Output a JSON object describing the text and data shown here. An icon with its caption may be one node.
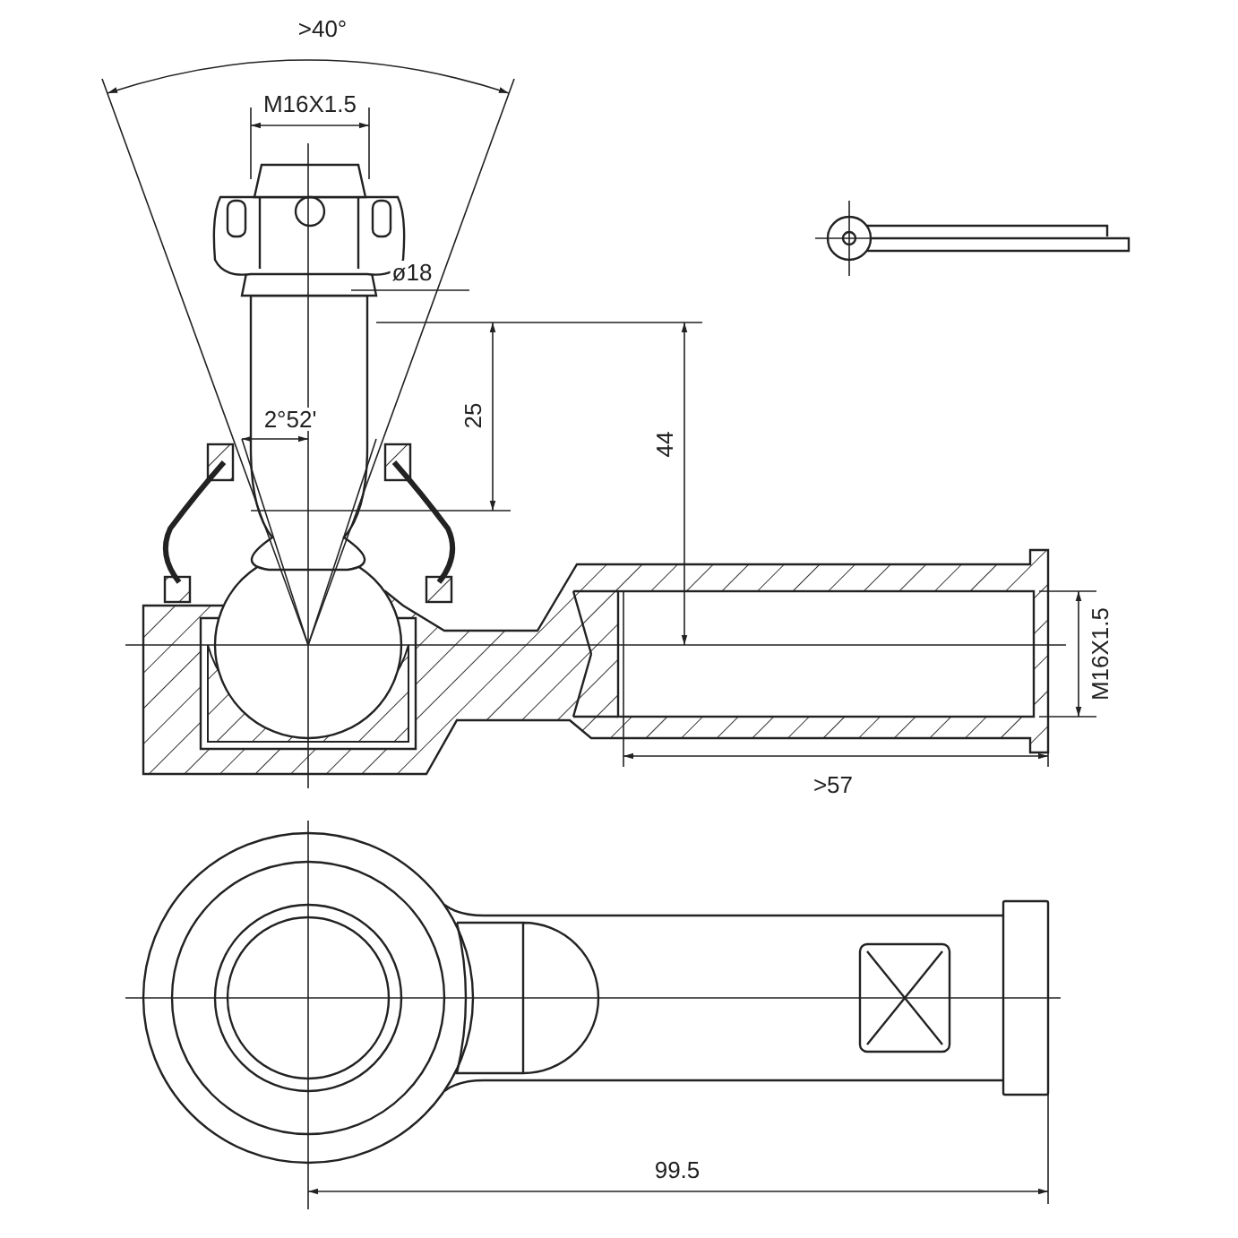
{
  "diagram": {
    "labels": [
      ">40°",
      "M16X1.5",
      "ø18",
      "2°52'",
      "25",
      "44",
      "M16X1.5",
      ">57",
      "99.5"
    ]
  }
}
